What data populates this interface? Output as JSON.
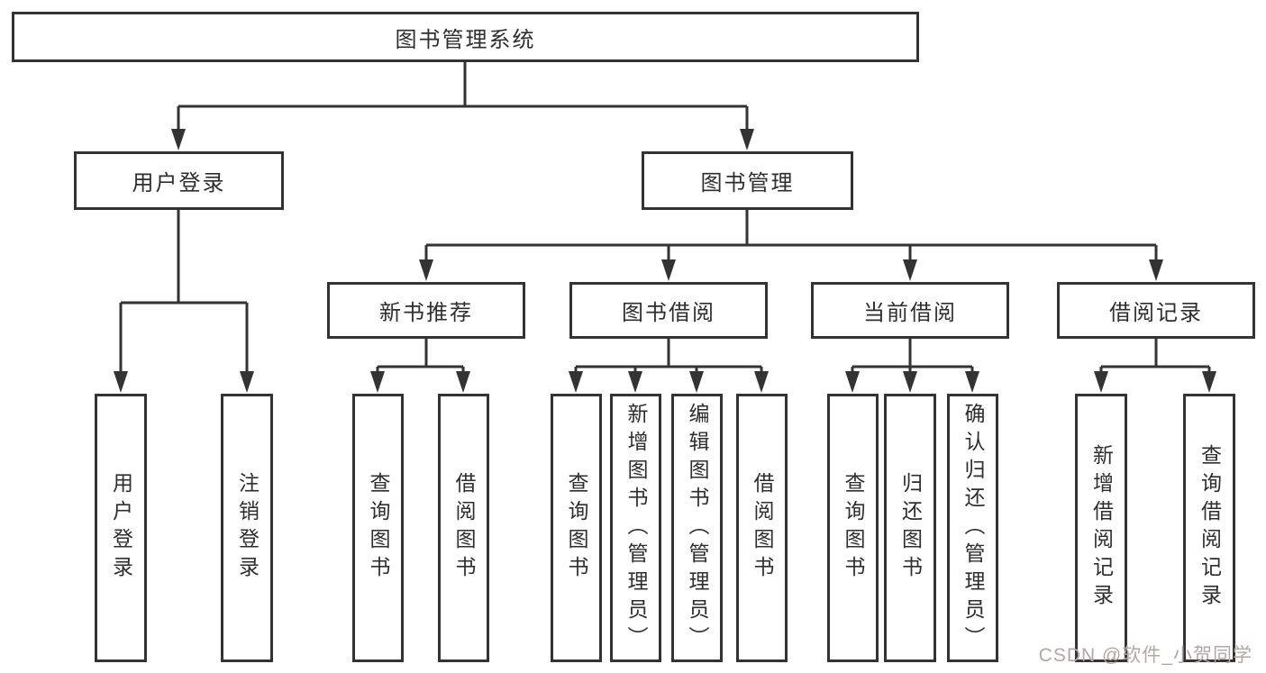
{
  "title": "图书管理系统",
  "branches": {
    "user_login": {
      "label": "用户登录",
      "children": [
        "用户登录",
        "注销登录"
      ]
    },
    "book_management": {
      "label": "图书管理",
      "modules": [
        {
          "label": "新书推荐",
          "children": [
            "查询图书",
            "借阅图书"
          ]
        },
        {
          "label": "图书借阅",
          "children": [
            "查询图书",
            "新增图书（管理员）",
            "编辑图书（管理员）",
            "借阅图书"
          ]
        },
        {
          "label": "当前借阅",
          "children": [
            "查询图书",
            "归还图书",
            "确认归还（管理员）"
          ]
        },
        {
          "label": "借阅记录",
          "children": [
            "新增借阅记录",
            "查询借阅记录"
          ]
        }
      ]
    }
  },
  "watermark": "CSDN @软件_小贺同学",
  "colors": {
    "line": "#333333",
    "box_border": "#333333",
    "text": "#2e2e2e",
    "background": "#ffffff",
    "watermark": "#b5a5a3"
  }
}
